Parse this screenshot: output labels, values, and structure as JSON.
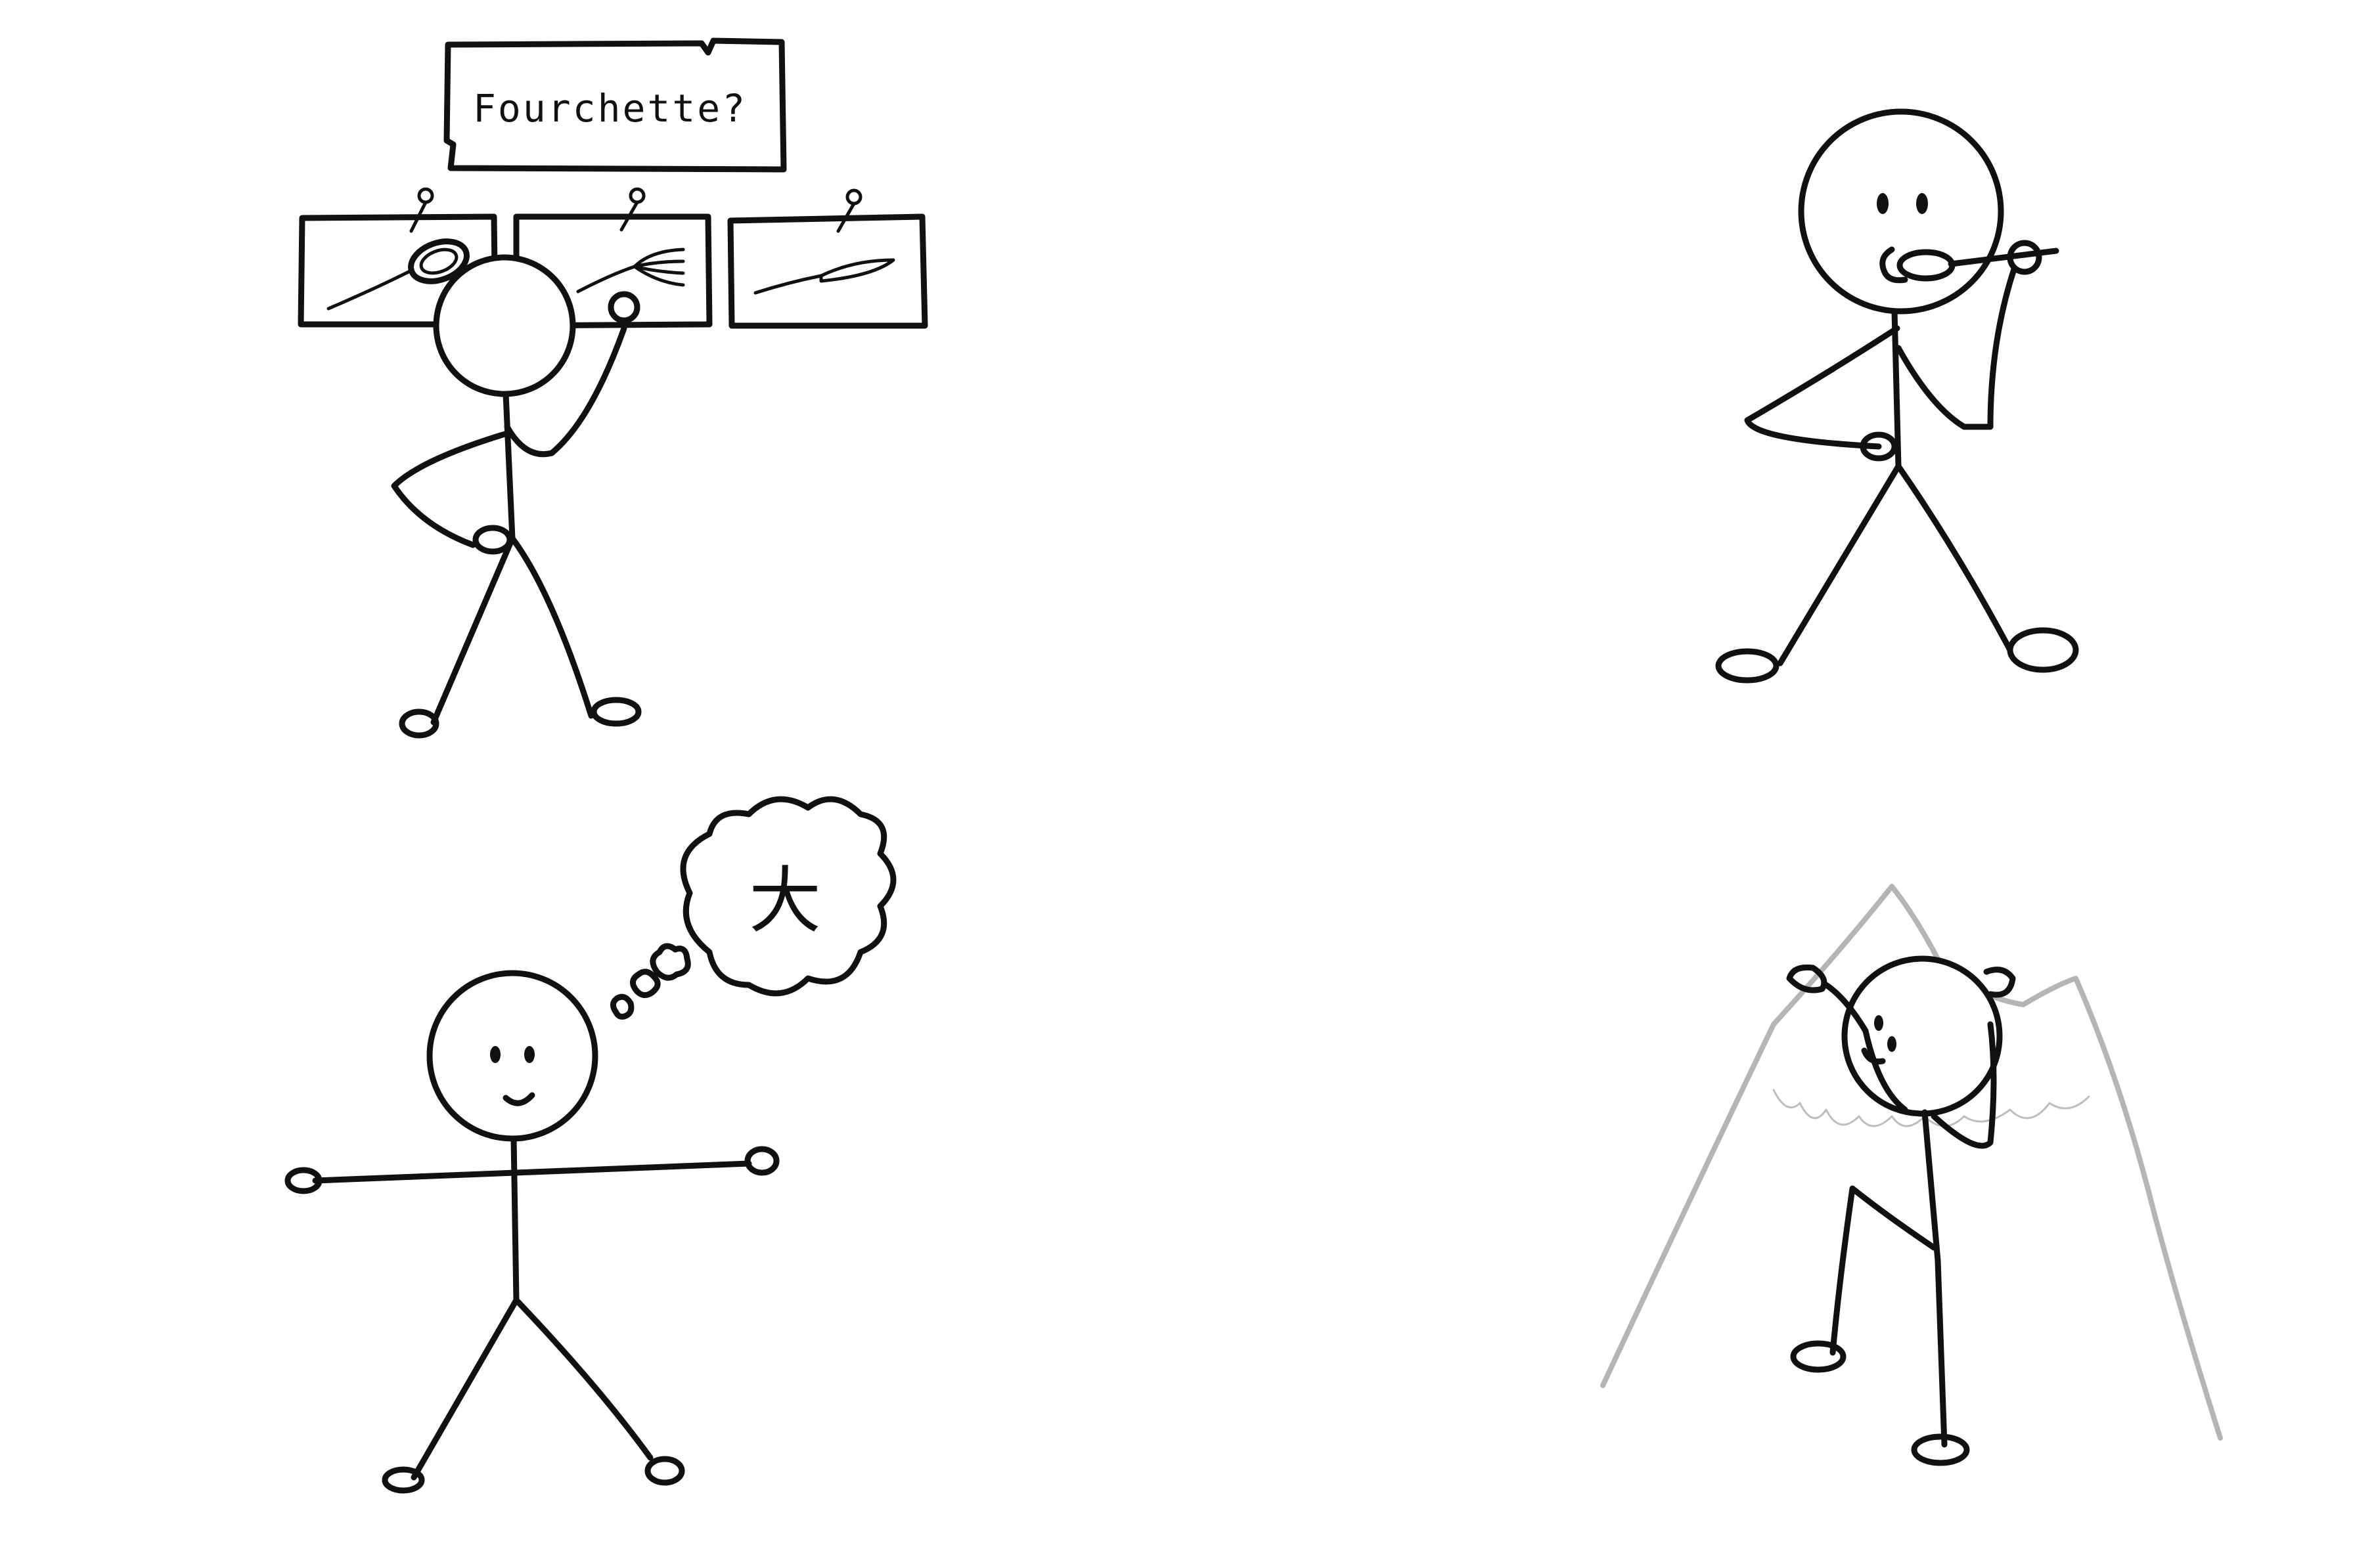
{
  "scene": {
    "sign_text": "Fourchette?",
    "thought_text": "大",
    "colors": {
      "ink": "#111111",
      "background": "#ffffff",
      "mountain": "#b5b5b5"
    }
  },
  "panels": [
    {
      "name": "utensil-chooser",
      "icons": [
        "spoon-icon",
        "fork-icon",
        "knife-icon"
      ]
    },
    {
      "name": "spoon-eater"
    },
    {
      "name": "thinking-stickman"
    },
    {
      "name": "mountain-climber"
    }
  ]
}
